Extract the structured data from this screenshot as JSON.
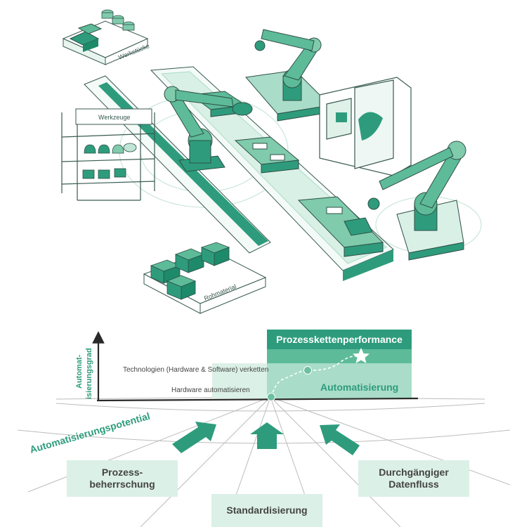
{
  "illustration": {
    "pallet_top_label": "Werkstücke",
    "shelf_label": "Werkzeuge",
    "pallet_bottom_label": "Rohmaterial"
  },
  "diagram": {
    "y_axis_label_line1": "Automat-",
    "y_axis_label_line2": "isierungsgrad",
    "step_low": "Hardware automatisieren",
    "step_mid": "Technologien (Hardware & Software) verketten",
    "box_top": "Prozesskettenperformance",
    "box_mid": "Automatisierung",
    "fan_label": "Automatisierungspotential",
    "pillar_left_line1": "Prozess-",
    "pillar_left_line2": "beherrschung",
    "pillar_center": "Standardisierung",
    "pillar_right_line1": "Durchgängiger",
    "pillar_right_line2": "Datenfluss"
  },
  "colors": {
    "accent": "#2e9c7c",
    "accent_dark": "#1d8a6a",
    "accent_light": "#a9dcc9",
    "accent_pale": "#dbf0e7",
    "outline": "#3a5a52"
  }
}
